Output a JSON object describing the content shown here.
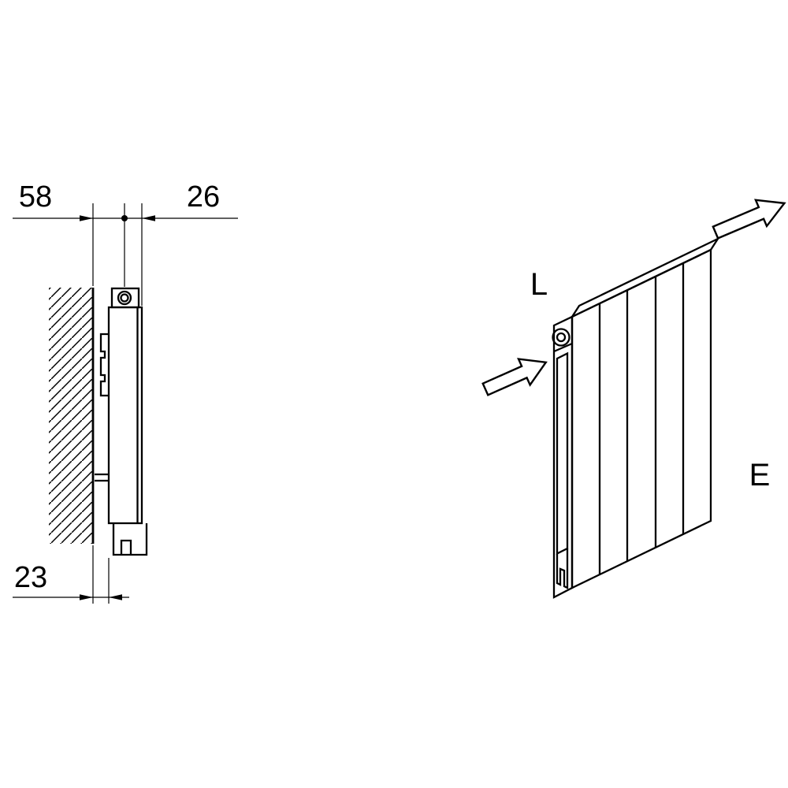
{
  "colors": {
    "line": "#000000",
    "background": "#ffffff"
  },
  "side_view": {
    "dim_top_left": "58",
    "dim_top_right": "26",
    "dim_bottom": "23"
  },
  "perspective_view": {
    "label_top_left": "L",
    "label_bottom_right": "E"
  }
}
